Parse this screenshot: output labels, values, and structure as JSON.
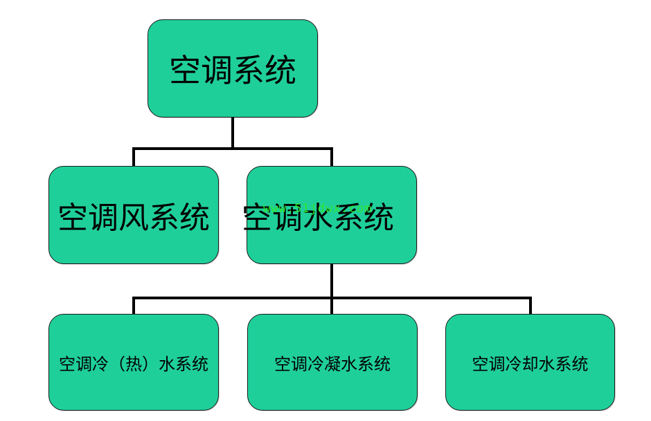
{
  "diagram": {
    "root": {
      "label": "空调系统"
    },
    "level1": [
      {
        "label": "空调风系统"
      },
      {
        "label": "空调水系统"
      }
    ],
    "level2": [
      {
        "label": "空调冷（热）水系统"
      },
      {
        "label": "空调冷凝水系统"
      },
      {
        "label": "空调冷却水系统"
      }
    ]
  },
  "watermark": {
    "text": "www.51jdwx.com"
  },
  "colors": {
    "node_fill": "#1fcf9a",
    "node_border": "#1a1a1a",
    "connector": "#000000",
    "watermark": "#2ee62e"
  }
}
